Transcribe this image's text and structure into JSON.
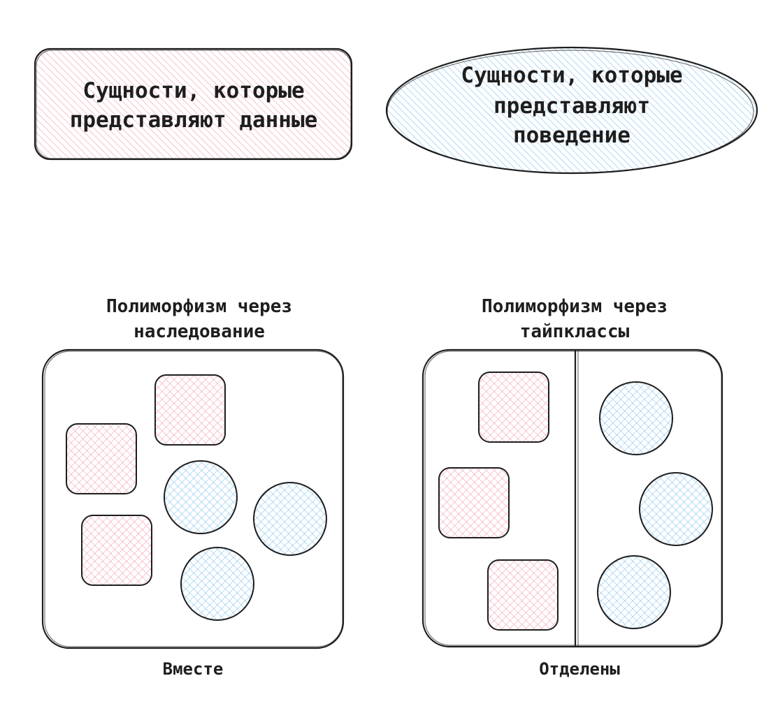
{
  "legend": {
    "data_entities": {
      "lines": [
        "Сущности, которые",
        "представляют данные"
      ],
      "fill_color": "#f4a7b3",
      "shape": "rounded-rectangle"
    },
    "behavior_entities": {
      "lines": [
        "Сущности, которые",
        "представляют",
        "поведение"
      ],
      "fill_color": "#8ec9ef",
      "shape": "ellipse"
    }
  },
  "inheritance_panel": {
    "title_lines": [
      "Полиморфизм через",
      "наследование"
    ],
    "caption": "Вместе",
    "data_items": 3,
    "behavior_items": 3
  },
  "typeclass_panel": {
    "title_lines": [
      "Полиморфизм через",
      "тайпклассы"
    ],
    "caption": "Отделены",
    "data_items": 3,
    "behavior_items": 3
  },
  "colors": {
    "stroke": "#1e1e1e",
    "pink_hatch": "#f4a7b3",
    "blue_hatch": "#8ec9ef"
  }
}
